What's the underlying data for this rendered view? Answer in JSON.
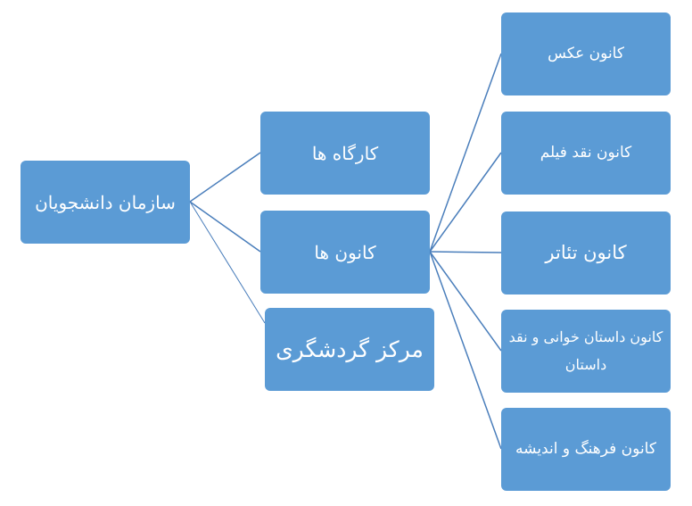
{
  "diagram": {
    "root": {
      "label": "سازمان دانشجویان"
    },
    "level1": [
      {
        "label": "کارگاه ها"
      },
      {
        "label": "کانون ها"
      },
      {
        "label": "مرکز گردشگری"
      }
    ],
    "level2": [
      {
        "label": "کانون عکس"
      },
      {
        "label": "کانون نقد فیلم"
      },
      {
        "label": "کانون تئاتر"
      },
      {
        "label": "کانون داستان خوانی و نقد داستان"
      },
      {
        "label": "کانون فرهنگ و اندیشه"
      }
    ],
    "colors": {
      "box_fill": "#5b9bd5",
      "box_text": "#ffffff",
      "connector": "#4a7ebb"
    }
  }
}
